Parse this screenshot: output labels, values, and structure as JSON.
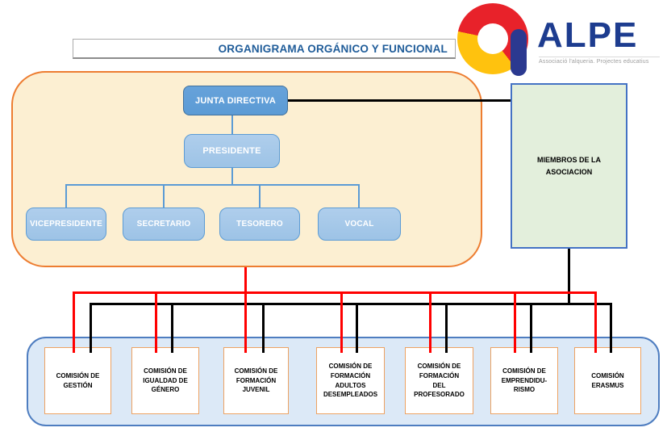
{
  "title": "ORGANIGRAMA ORGÁNICO Y FUNCIONAL",
  "logo": {
    "name": "ALPE",
    "tagline": "Associació l'alqueria. Projectes educatius",
    "ring_red": "#E8222A",
    "ring_yellow": "#FFC20E",
    "bar_blue": "#2B3990",
    "wordmark_blue": "#1D3C8F"
  },
  "org": {
    "junta_directiva": "JUNTA DIRECTIVA",
    "presidente": "PRESIDENTE",
    "officers": [
      "VICEPRESIDENTE",
      "SECRETARIO",
      "TESORERO",
      "VOCAL"
    ],
    "members": {
      "lines": [
        "MIEMBROS DE LA",
        "ASOCIACION"
      ]
    },
    "commissions": [
      {
        "lines": [
          "COMISIÓN DE",
          "GESTIÓN"
        ]
      },
      {
        "lines": [
          "COMISIÓN DE",
          "IGUALDAD DE",
          "GÉNERO"
        ]
      },
      {
        "lines": [
          "COMISIÓN DE",
          "FORMACIÓN",
          "JUVENIL"
        ]
      },
      {
        "lines": [
          "COMISIÓN DE",
          "FORMACIÓN",
          "ADULTOS",
          "DESEMPLEADOS"
        ]
      },
      {
        "lines": [
          "COMISIÓN DE",
          "FORMACIÓN",
          "DEL",
          "PROFESORADO"
        ]
      },
      {
        "lines": [
          "COMISIÓN DE",
          "EMPRENDIDU-",
          "RISMO"
        ]
      },
      {
        "lines": [
          "COMISIÓN",
          "ERASMUS"
        ]
      }
    ]
  },
  "colors": {
    "title_text": "#1F5C99",
    "board_panel_fill": "#FCEFD2",
    "board_panel_border": "#ED7D31",
    "node_blue_dark": "#5B9BD5",
    "node_blue_light": "#9DC3E6",
    "members_fill": "#E3EFDC",
    "members_border": "#4472C4",
    "commissions_panel_fill": "#DCE9F7",
    "commissions_panel_border": "#4E7DC0",
    "commission_border": "#EDA262",
    "connector_red": "#FF0000",
    "connector_black": "#000000",
    "connector_blue": "#5B9BD5"
  }
}
